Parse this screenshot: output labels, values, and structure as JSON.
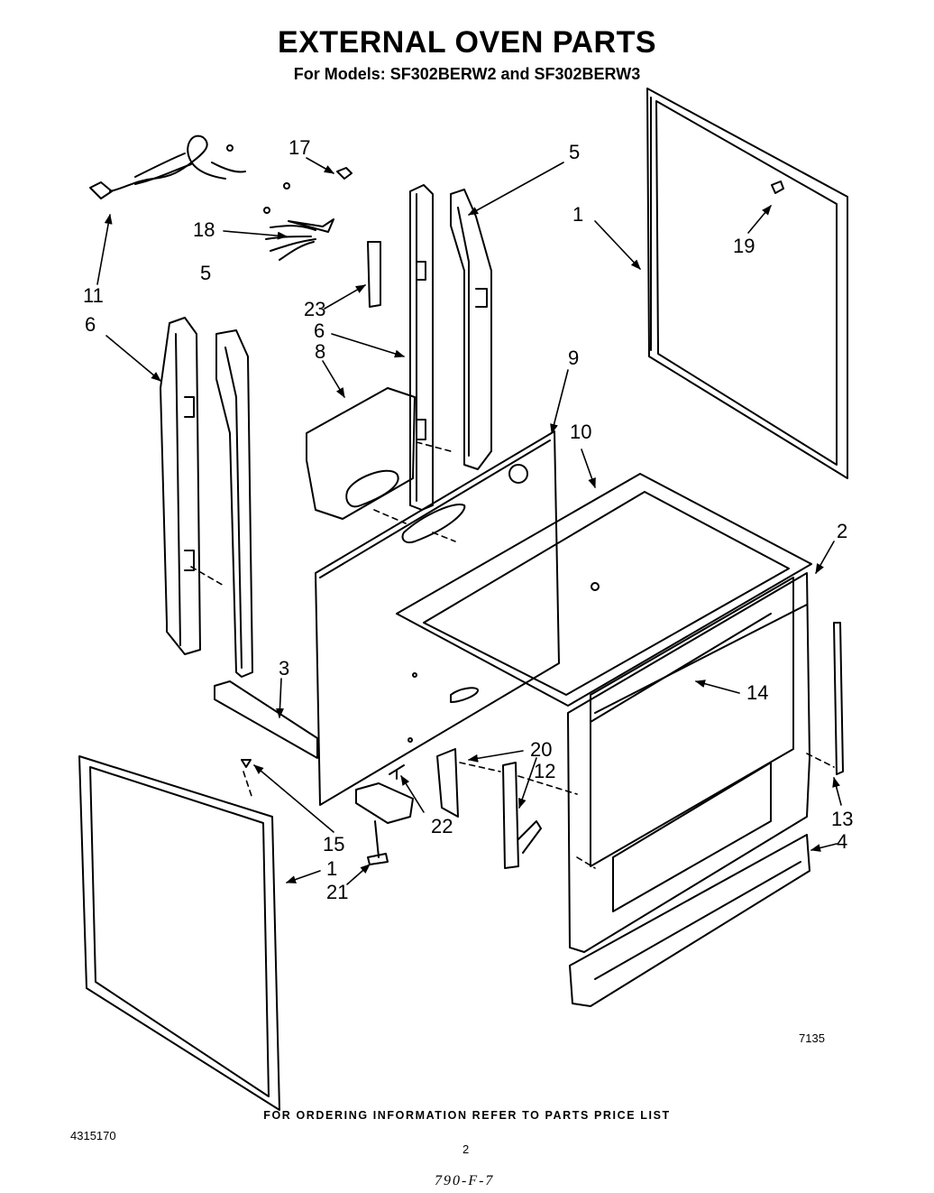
{
  "header": {
    "title": "EXTERNAL OVEN PARTS",
    "subtitle": "For Models: SF302BERW2 and SF302BERW3"
  },
  "callouts": {
    "c1_top": "1",
    "c1_bottom": "1",
    "c2": "2",
    "c3": "3",
    "c4": "4",
    "c5_left": "5",
    "c5_right": "5",
    "c6_left": "6",
    "c6_center": "6",
    "c8": "8",
    "c9": "9",
    "c10": "10",
    "c11": "11",
    "c12": "12",
    "c13": "13",
    "c14": "14",
    "c15": "15",
    "c17": "17",
    "c18": "18",
    "c19": "19",
    "c20": "20",
    "c21": "21",
    "c22": "22",
    "c23": "23"
  },
  "footer": {
    "ordering_note": "FOR ORDERING INFORMATION REFER TO PARTS PRICE LIST",
    "document_number": "4315170",
    "page_number": "2",
    "drawing_number": "7135",
    "handwritten_note": "790-F-7"
  }
}
